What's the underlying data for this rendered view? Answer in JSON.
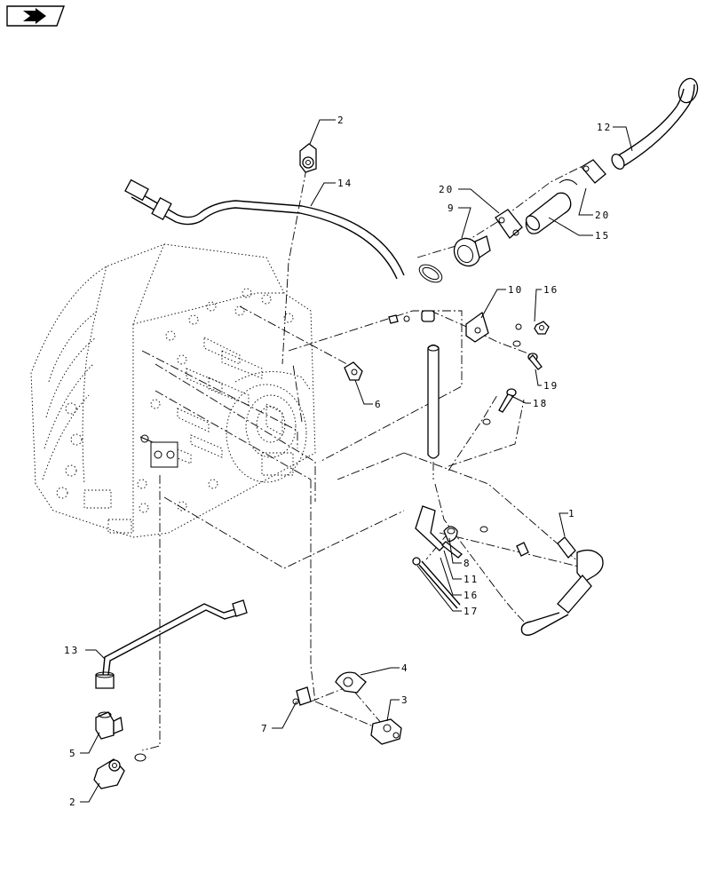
{
  "nav_button": {
    "icon": "page-navigation-icon"
  },
  "callouts": [
    {
      "id": "c2-top",
      "label": "2"
    },
    {
      "id": "c14",
      "label": "14"
    },
    {
      "id": "c12",
      "label": "12"
    },
    {
      "id": "c20-left",
      "label": "20"
    },
    {
      "id": "c9",
      "label": "9"
    },
    {
      "id": "c20-right",
      "label": "20"
    },
    {
      "id": "c15",
      "label": "15"
    },
    {
      "id": "c10",
      "label": "10"
    },
    {
      "id": "c16-top",
      "label": "16"
    },
    {
      "id": "c19",
      "label": "19"
    },
    {
      "id": "c18",
      "label": "18"
    },
    {
      "id": "c6",
      "label": "6"
    },
    {
      "id": "c1",
      "label": "1"
    },
    {
      "id": "c8",
      "label": "8"
    },
    {
      "id": "c11",
      "label": "11"
    },
    {
      "id": "c16-bottom",
      "label": "16"
    },
    {
      "id": "c17",
      "label": "17"
    },
    {
      "id": "c13",
      "label": "13"
    },
    {
      "id": "c4",
      "label": "4"
    },
    {
      "id": "c3",
      "label": "3"
    },
    {
      "id": "c7",
      "label": "7"
    },
    {
      "id": "c5",
      "label": "5"
    },
    {
      "id": "c2-bottom",
      "label": "2"
    }
  ]
}
